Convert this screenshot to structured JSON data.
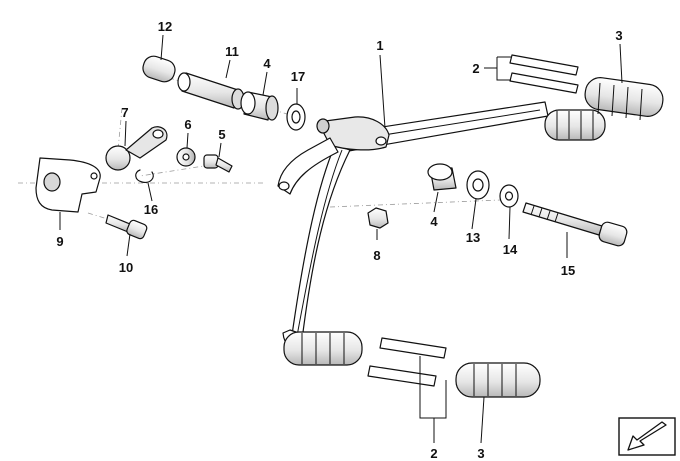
{
  "diagram": {
    "callouts": [
      {
        "id": "c-1",
        "text": "1"
      },
      {
        "id": "c-2a",
        "text": "2"
      },
      {
        "id": "c-3a",
        "text": "3"
      },
      {
        "id": "c-4a",
        "text": "4"
      },
      {
        "id": "c-5",
        "text": "5"
      },
      {
        "id": "c-6",
        "text": "6"
      },
      {
        "id": "c-7",
        "text": "7"
      },
      {
        "id": "c-8",
        "text": "8"
      },
      {
        "id": "c-9",
        "text": "9"
      },
      {
        "id": "c-10",
        "text": "10"
      },
      {
        "id": "c-11",
        "text": "11"
      },
      {
        "id": "c-12",
        "text": "12"
      },
      {
        "id": "c-13",
        "text": "13"
      },
      {
        "id": "c-4b",
        "text": "4"
      },
      {
        "id": "c-14",
        "text": "14"
      },
      {
        "id": "c-15",
        "text": "15"
      },
      {
        "id": "c-16",
        "text": "16"
      },
      {
        "id": "c-17",
        "text": "17"
      },
      {
        "id": "c-2b",
        "text": "2"
      },
      {
        "id": "c-3b",
        "text": "3"
      }
    ],
    "colors": {
      "line": "#111111",
      "part_fill": "#ffffff",
      "shade": "#cfcfcf",
      "axis": "#9a9a9a"
    },
    "icons": [
      "direction-arrow-icon"
    ]
  }
}
